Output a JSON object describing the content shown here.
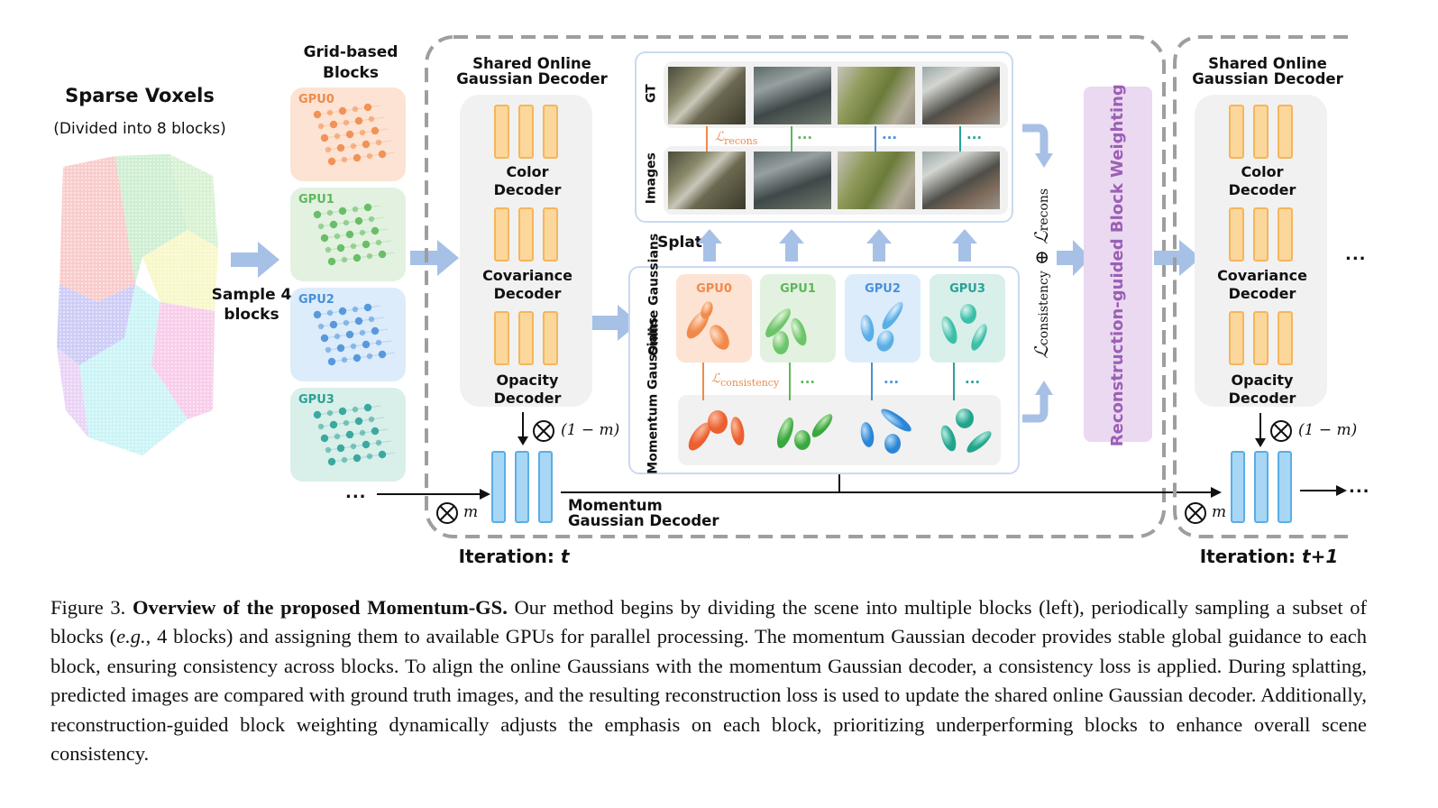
{
  "left": {
    "title": "Sparse Voxels",
    "subtitle": "(Divided into 8 blocks)",
    "sample_label": "Sample 4 blocks"
  },
  "grid": {
    "title": "Grid-based Blocks",
    "blocks": [
      {
        "label": "GPU0",
        "color": "#f08a4b",
        "bg": "#fde3d3"
      },
      {
        "label": "GPU1",
        "color": "#5cb85c",
        "bg": "#e3f2e0"
      },
      {
        "label": "GPU2",
        "color": "#4a90d9",
        "bg": "#dcecfa"
      },
      {
        "label": "GPU3",
        "color": "#2aa198",
        "bg": "#d9efea"
      }
    ],
    "more": "..."
  },
  "decoder": {
    "title": "Shared Online Gaussian Decoder",
    "color_decoder": "Color Decoder",
    "covariance_decoder": "Covariance Decoder",
    "opacity_decoder": "Opacity Decoder"
  },
  "momentum": {
    "label": "Momentum Gaussian Decoder",
    "one_minus_m": "(1 − m)",
    "m": "m"
  },
  "render": {
    "gt_label": "GT",
    "images_label": "Images",
    "splat_label": "Splat",
    "recons_loss": "ℒrecons",
    "consistency_loss": "ℒconsistency",
    "combined_loss": "ℒconsistency ⊕ ℒrecons",
    "dots": "...",
    "online_label": "Online Gaussians",
    "momentum_label": "Momentum Gaussians",
    "gpus": [
      "GPU0",
      "GPU1",
      "GPU2",
      "GPU3"
    ]
  },
  "weighting": {
    "label": "Reconstruction-guided Block Weighting"
  },
  "right": {
    "title": "Shared Online Gaussian Decoder",
    "color_decoder": "Color Decoder",
    "covariance_decoder": "Covariance Decoder",
    "opacity_decoder": "Opacity Decoder",
    "one_minus_m": "(1 − m)",
    "m": "m",
    "dots": "..."
  },
  "iterations": {
    "t_prefix": "Iteration: ",
    "t": "t",
    "t1": "t+1"
  },
  "caption": {
    "fig": "Figure 3.",
    "bold": "Overview of the proposed Momentum-GS.",
    "text1": "Our method begins by dividing the scene into multiple blocks (left), periodically sampling a subset of blocks (",
    "eg": "e.g.",
    "text2": ", 4 blocks) and assigning them to available GPUs for parallel processing. The momentum Gaussian decoder provides stable global guidance to each block, ensuring consistency across blocks. To align the online Gaussians with the momentum Gaussian decoder, a consistency loss is applied. During splatting, predicted images are compared with ground truth images, and the resulting reconstruction loss is used to update the shared online Gaussian decoder. Additionally, reconstruction-guided block weighting dynamically adjusts the emphasis on each block, prioritizing underperforming blocks to enhance overall scene consistency."
  }
}
